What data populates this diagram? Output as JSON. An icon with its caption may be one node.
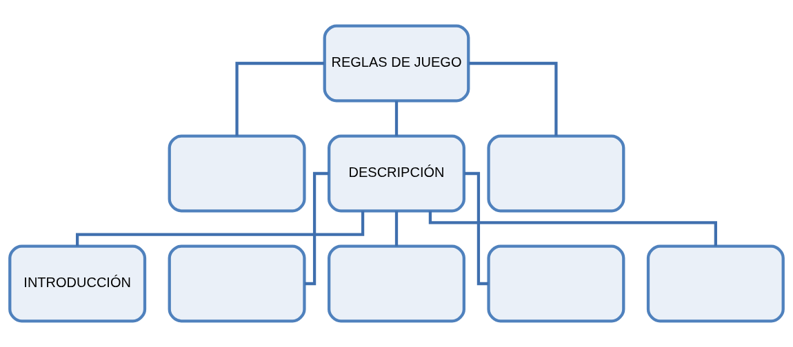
{
  "diagram": {
    "nodes": [
      {
        "text": [
          "REGLAS DE JUEGO"
        ]
      },
      {
        "text": [],
        "shape": "box"
      },
      {
        "text": [
          "DESCRIPCIÓN"
        ]
      },
      {
        "text": [],
        "shape": "box"
      },
      {
        "text": [
          "INTRODUCCIÓN"
        ]
      },
      {
        "text": [],
        "shape": "box"
      },
      {
        "text": [],
        "shape": "box"
      },
      {
        "text": [],
        "shape": "box"
      },
      {
        "text": [],
        "shape": "box"
      }
    ],
    "edges": [
      {
        "from": 0,
        "to": 1,
        "arrow": "none"
      },
      {
        "from": 0,
        "to": 2,
        "arrow": "none"
      },
      {
        "from": 0,
        "to": 3,
        "arrow": "none"
      },
      {
        "from": 2,
        "to": 4,
        "arrow": "none"
      },
      {
        "from": 2,
        "to": 5,
        "arrow": "none"
      },
      {
        "from": 2,
        "to": 6,
        "arrow": "none"
      },
      {
        "from": 2,
        "to": 7,
        "arrow": "none"
      },
      {
        "from": 2,
        "to": 8,
        "arrow": "none"
      }
    ]
  }
}
